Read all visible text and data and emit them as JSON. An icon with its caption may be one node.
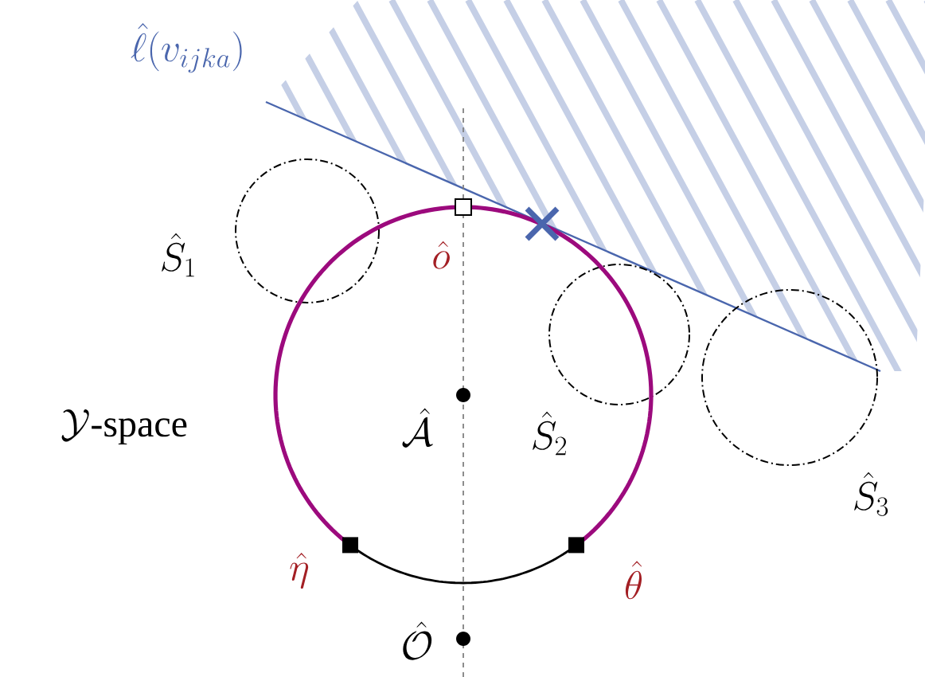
{
  "diagram": {
    "labels": [
      "\\hat{\\ell}(v_{ijka})",
      "\\hat{S}_1",
      "\\hat{o}",
      "\\mathcal{Y}\\text{-space}",
      "\\hat{\\mathcal{A}}",
      "\\hat{S}_2",
      "\\hat{S}_3",
      "\\hat{\\eta}",
      "\\hat{\\theta}",
      "\\hat{\\mathcal{O}}"
    ]
  }
}
